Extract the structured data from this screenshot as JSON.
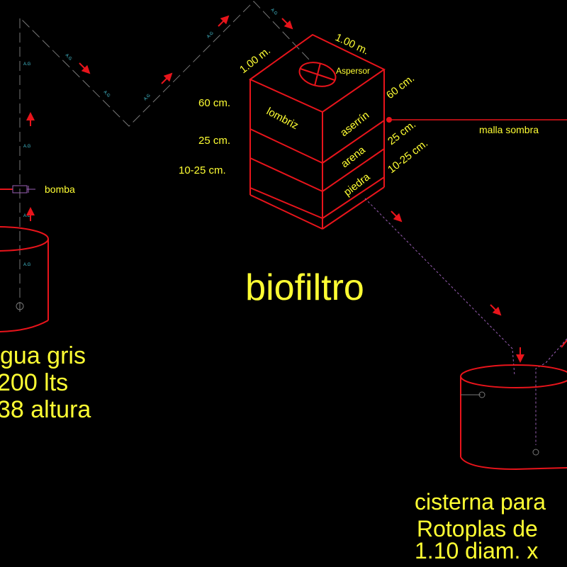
{
  "title": "biofiltro",
  "box": {
    "top_width_left": "1.00 m.",
    "top_width_right": "1.00 m.",
    "aspersor": "Aspersor",
    "layers_left": [
      "60 cm.",
      "25 cm.",
      "10-25 cm."
    ],
    "layers_right": [
      "60 cm.",
      "25 cm.",
      "10-25 cm."
    ],
    "left_face": "lombriz",
    "right_face": [
      "aserrín",
      "arena",
      "piedra"
    ],
    "callout": "malla sombra"
  },
  "pump": {
    "label": "bomba"
  },
  "pipe_label": "A.G",
  "left_tank": {
    "lines": [
      "gua gris",
      "200 lts",
      "38 altura"
    ]
  },
  "right_tank": {
    "lines": [
      "cisterna para",
      "Rotoplas de",
      "1.10 diam. x"
    ]
  },
  "colors": {
    "background": "#000000",
    "outline": "#e8141b",
    "text": "#ffff33",
    "pipe_label": "#46c6d8",
    "pipe_pressure": "#9a5fb5"
  }
}
